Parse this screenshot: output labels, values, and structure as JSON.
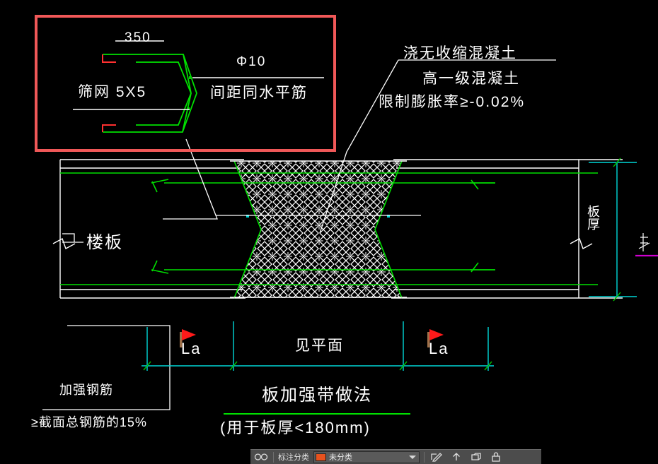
{
  "app": {
    "background": "#000000",
    "accent_green": "#00e000",
    "accent_cyan": "#00e0e0",
    "accent_red": "#ff3030",
    "accent_white": "#ffffff",
    "detail_box_color": "#f05858"
  },
  "detail_box": {
    "dimension_350": "350",
    "mesh_label": "筛网 5X5",
    "bar_spec": "Φ10",
    "bar_spacing_note": "间距同水平筋"
  },
  "annotations": {
    "concrete_note_1": "浇无收缩混凝土",
    "concrete_note_2": "高一级混凝土",
    "concrete_note_3": "限制膨胀率≥-0.02%",
    "slab_label": "楼板",
    "slab_thickness_label": "板厚"
  },
  "dimensions": {
    "left_la": "La",
    "center_span": "见平面",
    "right_la": "La"
  },
  "bottom_notes": {
    "rebar_title": "加强钢筋",
    "rebar_detail": "≥截面总钢筋的15%",
    "drawing_title": "板加强带做法",
    "drawing_subtitle": "(用于板厚<180mm)"
  },
  "toolbar": {
    "icons": [
      {
        "name": "glasses-icon",
        "glyph": "👓"
      },
      {
        "name": "edit-layer-icon",
        "glyph": "✎"
      },
      {
        "name": "upload-icon",
        "glyph": "↑"
      },
      {
        "name": "copy-icon",
        "glyph": "❏"
      },
      {
        "name": "lock-icon",
        "glyph": "🔒"
      }
    ],
    "category_label": "标注分类",
    "category_value": "未分类",
    "swatch_color": "#e8521e"
  }
}
